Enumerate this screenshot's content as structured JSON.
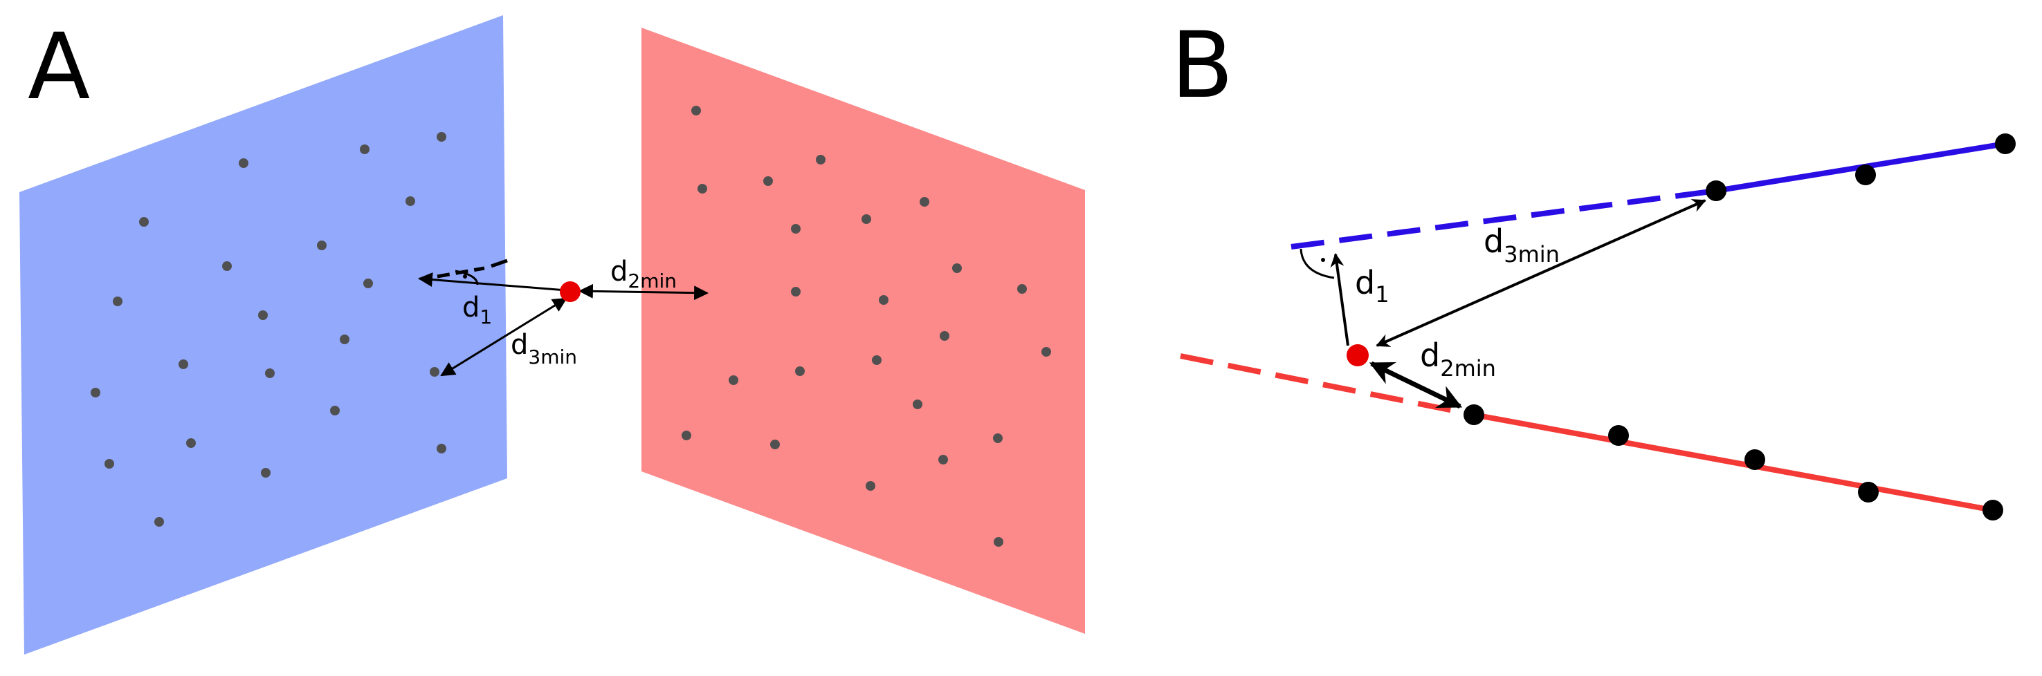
{
  "panels": {
    "a": {
      "letter": "A"
    },
    "b": {
      "letter": "B"
    }
  },
  "labels": {
    "d_symbol": "d",
    "d1_sub": "1",
    "d2_sub": "2min",
    "d3_sub": "3min",
    "perpendicular_mark": "·"
  },
  "colors": {
    "plane_blue": "#93a9fb",
    "plane_red": "#fd8a8a",
    "line_blue": "#2a0de4",
    "line_red": "#f43a36",
    "query_point": "#e80000",
    "plane_point": "#505050",
    "line_point": "#000000"
  }
}
